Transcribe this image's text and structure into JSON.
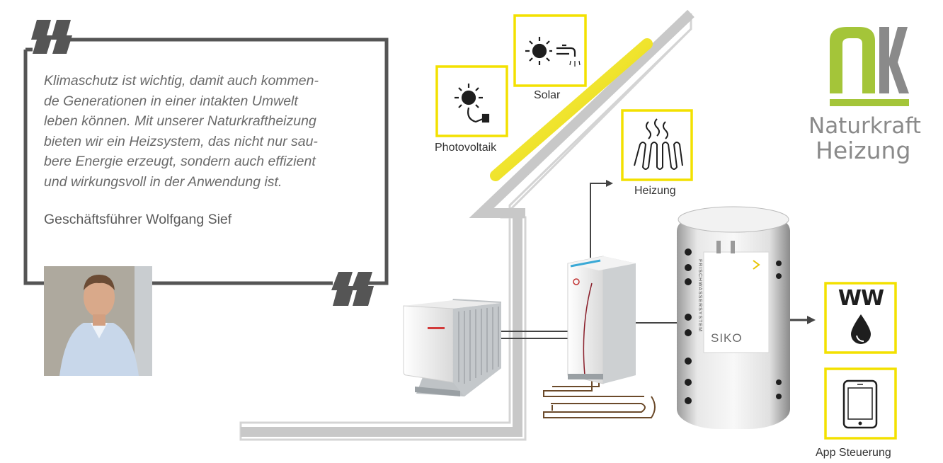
{
  "quote": {
    "lines": [
      "Klimaschutz ist wichtig, damit auch kommen-",
      "de Generationen in einer intakten Umwelt",
      "leben können. Mit unserer Naturkraftheizung",
      "bieten wir ein Heizsystem, das nicht nur sau-",
      "bere Energie erzeugt, sondern auch effizient",
      "und wirkungsvoll in der Anwendung ist."
    ],
    "author": "Geschäftsführer Wolfgang Sief"
  },
  "labels": {
    "solar": "Solar",
    "photovoltaik": "Photovoltaik",
    "heizung": "Heizung",
    "warmwasser": "WW",
    "app": "App Steuerung"
  },
  "brand": {
    "line1": "Naturkraft",
    "line2": "Heizung"
  },
  "tank": {
    "side_text": "FRISCHWASSERSYSTEM",
    "brand": "SIKO"
  },
  "colors": {
    "accent_yellow": "#f3e100",
    "logo_green": "#a4c539",
    "frame_gray": "#555555",
    "pipe_brown": "#6b4a2a"
  }
}
